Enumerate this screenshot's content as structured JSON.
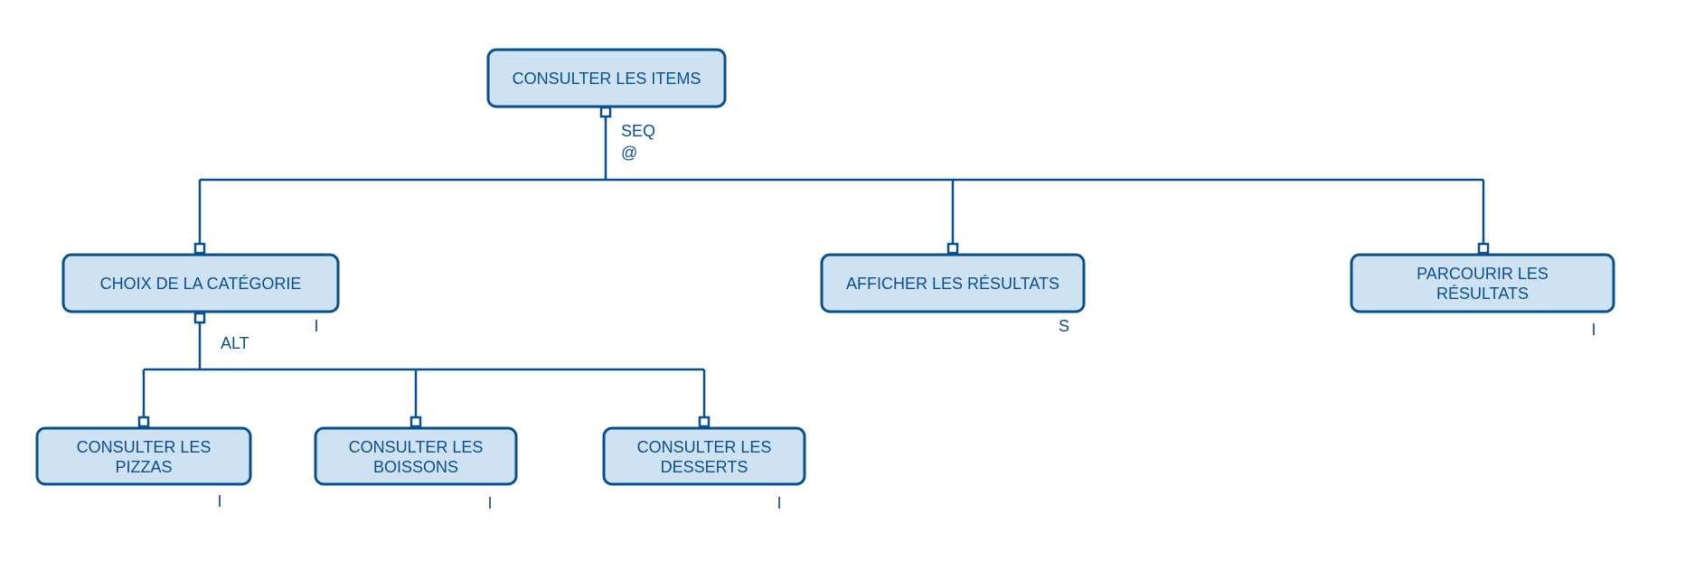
{
  "colors": {
    "node_fill": "#cfe2f3",
    "node_stroke": "#0b4f8a",
    "text": "#0b4f8a",
    "background": "#ffffff"
  },
  "nodes": {
    "root": {
      "lines": [
        "CONSULTER LES ITEMS"
      ]
    },
    "choix": {
      "lines": [
        "CHOIX DE LA CATÉGORIE"
      ],
      "marker": "I"
    },
    "afficher": {
      "lines": [
        "AFFICHER LES RÉSULTATS"
      ],
      "marker": "S"
    },
    "parcourir": {
      "lines": [
        "PARCOURIR LES",
        "RÉSULTATS"
      ],
      "marker": "I"
    },
    "pizzas": {
      "lines": [
        "CONSULTER LES",
        "PIZZAS"
      ],
      "marker": "I"
    },
    "boissons": {
      "lines": [
        "CONSULTER LES",
        "BOISSONS"
      ],
      "marker": "I"
    },
    "desserts": {
      "lines": [
        "CONSULTER LES",
        "DESSERTS"
      ],
      "marker": "I"
    }
  },
  "operators": {
    "root_seq": {
      "lines": [
        "SEQ",
        "@"
      ]
    },
    "choix_alt": {
      "lines": [
        "ALT"
      ]
    }
  }
}
